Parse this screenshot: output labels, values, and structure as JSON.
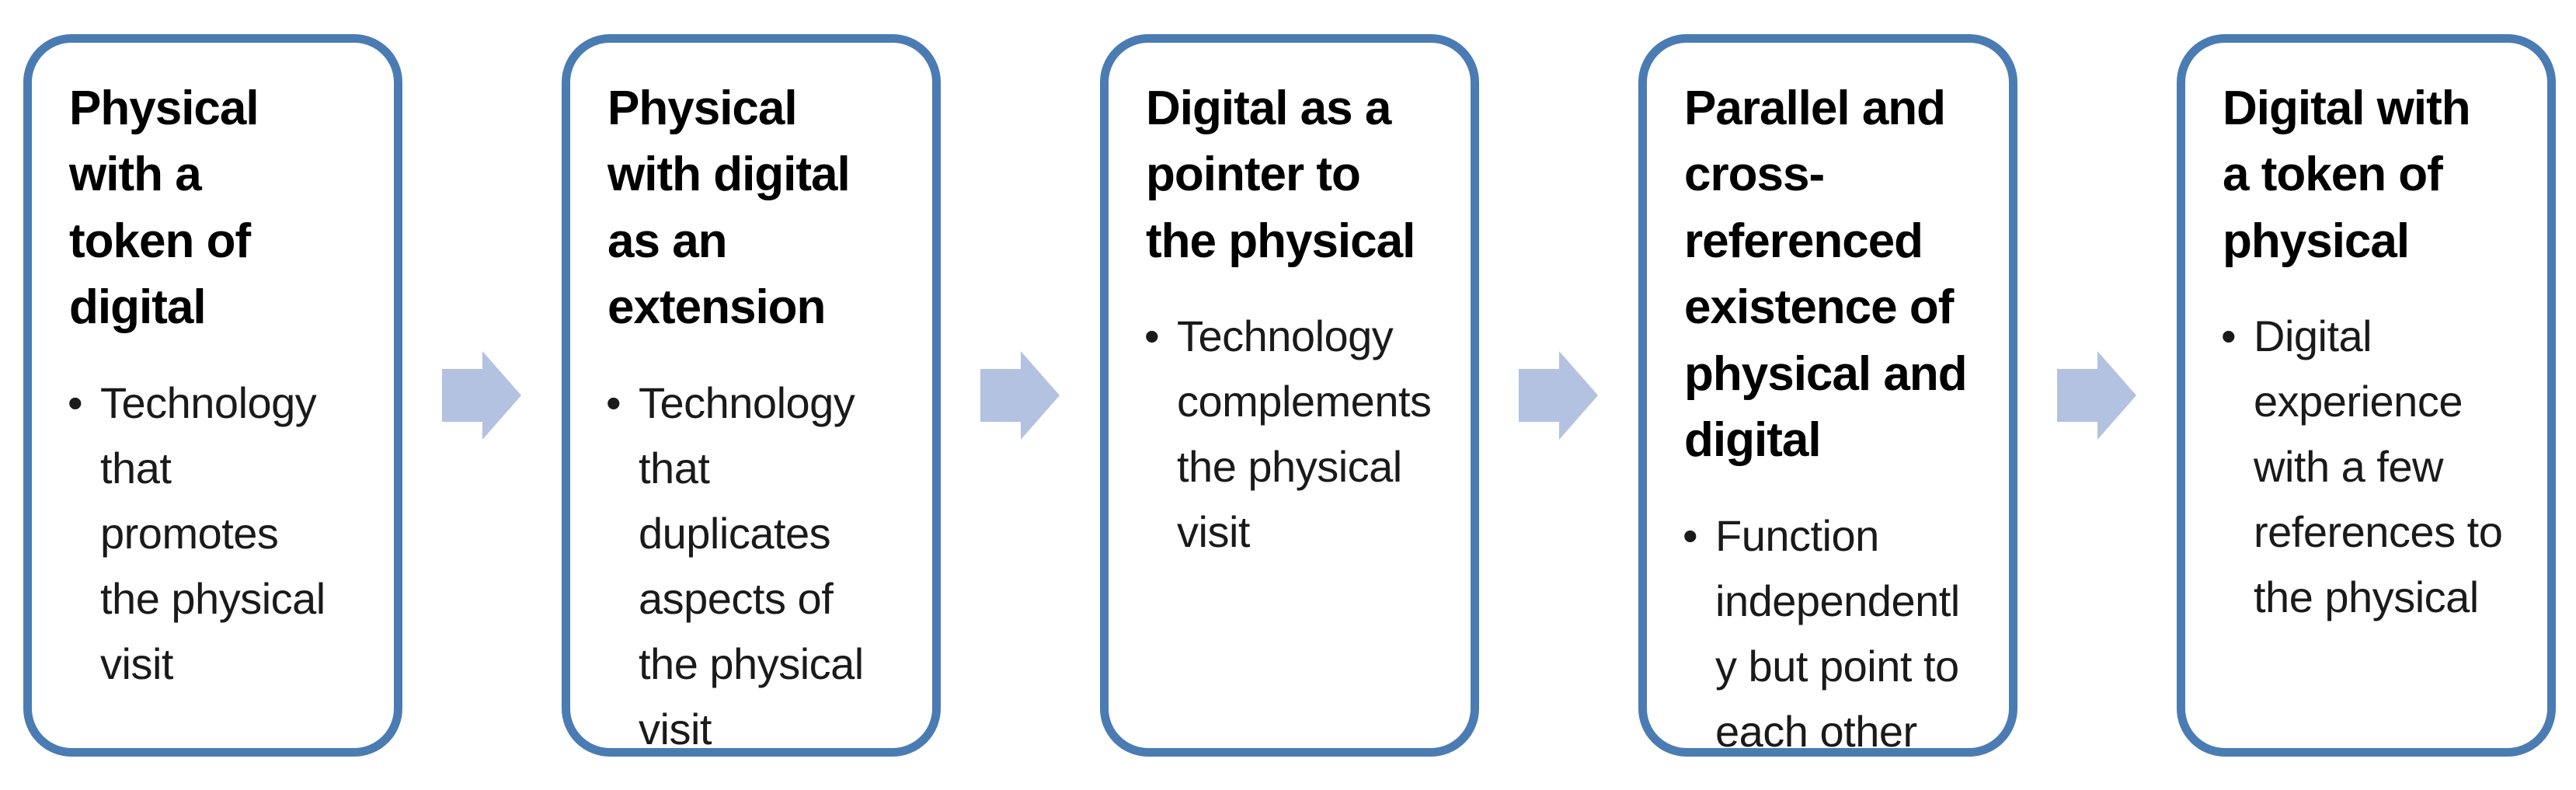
{
  "diagram": {
    "type": "process-flow",
    "direction": "left-to-right",
    "bullet_glyph": "•",
    "colors": {
      "box_border": "#4a7cb3",
      "box_fill": "#ffffff",
      "arrow_fill": "#b3c2e0",
      "title_text": "#000000",
      "body_text": "#1a1a1a"
    },
    "stages": [
      {
        "title": "Physical with a token of digital",
        "description": "Technology that promotes the physical visit",
        "title_lines": [
          "Physical",
          "with a",
          "token of",
          "digital"
        ],
        "description_lines": [
          "Technology",
          "that",
          "promotes",
          "the physical",
          "visit"
        ]
      },
      {
        "title": "Physical with digital as an extension",
        "description": "Technology that duplicates aspects of the physical visit",
        "title_lines": [
          "Physical",
          "with digital",
          "as an",
          "extension"
        ],
        "description_lines": [
          "Technology",
          "that",
          "duplicates",
          "aspects of",
          "the physical",
          "visit"
        ]
      },
      {
        "title": "Digital as a pointer to the physical",
        "description": "Technology complements the physical visit",
        "title_lines": [
          "Digital as a",
          "pointer to",
          "the physical"
        ],
        "description_lines": [
          "Technology",
          "complements",
          "the physical",
          "visit"
        ]
      },
      {
        "title": "Parallel and cross-referenced existence of physical and digital",
        "description": "Function independently but point to each other",
        "title_lines": [
          "Parallel and",
          "cross-",
          "referenced",
          "existence of",
          "physical and",
          "digital"
        ],
        "description_lines": [
          "Function",
          "independentl",
          "y but point to",
          "each other"
        ]
      },
      {
        "title": "Digital with a token of physical",
        "description": "Digital experience with a few references to the physical",
        "title_lines": [
          "Digital with",
          "a token of",
          "physical"
        ],
        "description_lines": [
          "Digital",
          "experience",
          "with a few",
          "references to",
          "the physical"
        ]
      }
    ]
  }
}
